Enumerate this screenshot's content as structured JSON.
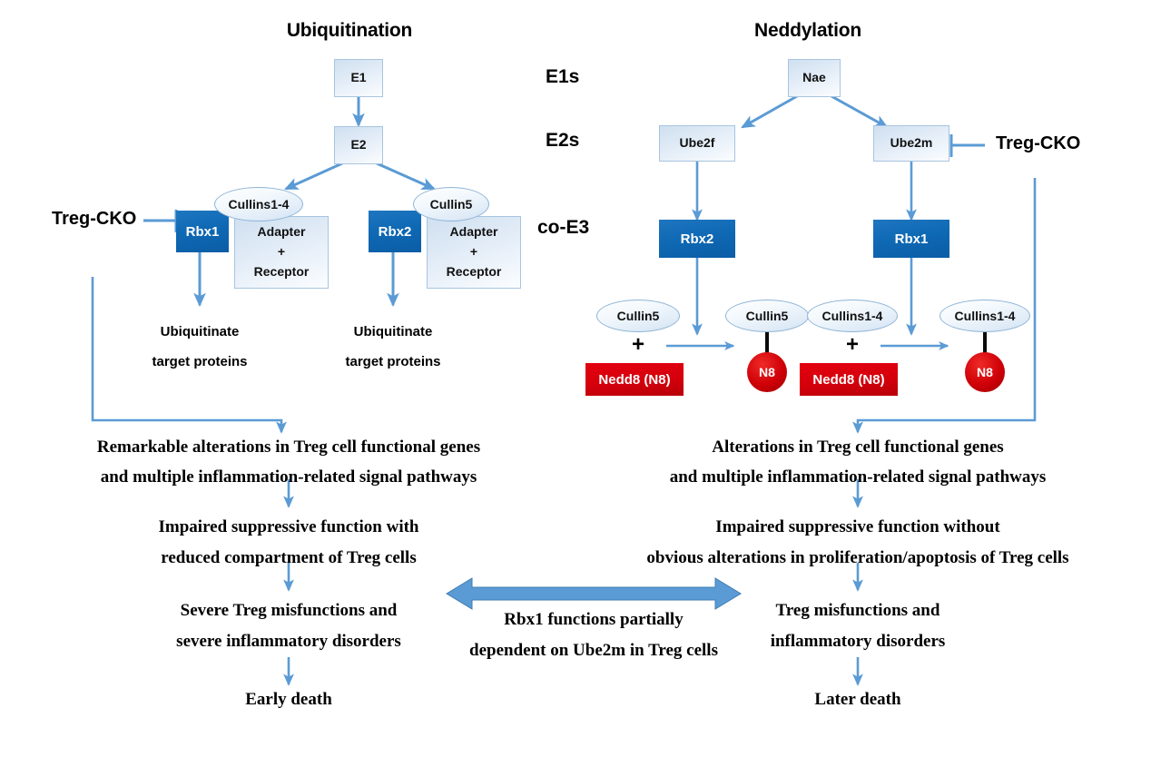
{
  "figure": {
    "type": "pathway-diagram",
    "titles": {
      "left": "Ubiquitination",
      "right": "Neddylation"
    }
  },
  "tier_labels": [
    {
      "id": "e1s",
      "label": "E1s"
    },
    {
      "id": "e2s",
      "label": "E2s"
    },
    {
      "id": "coe3",
      "label": "co-E3"
    }
  ],
  "ubiquitination": {
    "enzymes": [
      {
        "id": "e1",
        "label": "E1"
      },
      {
        "id": "e2",
        "label": "E2"
      }
    ],
    "complexes": [
      {
        "rbx": "Rbx1",
        "cullin": "Cullins1-4",
        "adapter": "Adapter\n+\nReceptor",
        "adapter_lines": [
          "Adapter",
          "+",
          "Receptor"
        ],
        "output_lines": [
          "Ubiquitinate",
          "target proteins"
        ]
      },
      {
        "rbx": "Rbx2",
        "cullin": "Cullin5",
        "adapter": "Adapter\n+\nReceptor",
        "adapter_lines": [
          "Adapter",
          "+",
          "Receptor"
        ],
        "output_lines": [
          "Ubiquitinate",
          "target proteins"
        ]
      }
    ],
    "knockout_label": "Treg-CKO",
    "knockout_target": "Rbx1",
    "outcomes": [
      {
        "lines": [
          "Remarkable alterations in Treg cell functional genes",
          "and multiple inflammation-related signal pathways"
        ]
      },
      {
        "lines": [
          "Impaired suppressive function with",
          "reduced compartment of Treg cells"
        ]
      },
      {
        "lines": [
          "Severe Treg misfunctions and",
          "severe inflammatory disorders"
        ]
      },
      {
        "lines": [
          "Early death"
        ]
      }
    ]
  },
  "neddylation": {
    "enzymes": [
      {
        "id": "nae",
        "label": "Nae"
      }
    ],
    "e2_enzymes": [
      {
        "label": "Ube2f"
      },
      {
        "label": "Ube2m"
      }
    ],
    "co_e3": [
      {
        "label": "Rbx2"
      },
      {
        "label": "Rbx1"
      }
    ],
    "conjugation": [
      {
        "substrate": "Cullin5",
        "plus": "+",
        "donor": "Nedd8 (N8)",
        "product_cullin": "Cullin5",
        "product_tag": "N8"
      },
      {
        "substrate": "Cullins1-4",
        "plus": "+",
        "donor": "Nedd8 (N8)",
        "product_cullin": "Cullins1-4",
        "product_tag": "N8"
      }
    ],
    "knockout_label": "Treg-CKO",
    "knockout_target": "Ube2m",
    "outcomes": [
      {
        "lines": [
          "Alterations in Treg cell functional genes",
          "and multiple inflammation-related signal pathways"
        ]
      },
      {
        "lines": [
          "Impaired suppressive function without",
          "obvious alterations in proliferation/apoptosis of Treg cells"
        ]
      },
      {
        "lines": [
          "Treg misfunctions and",
          "inflammatory disorders"
        ]
      },
      {
        "lines": [
          "Later death"
        ]
      }
    ]
  },
  "comparison": {
    "arrow": "double-headed-arrow",
    "caption_lines": [
      "Rbx1 functions partially",
      "dependent on Ube2m in Treg cells"
    ]
  },
  "colors": {
    "arrow_blue": "#5B9BD5",
    "dark_blue_box": "#0F69B4",
    "light_blue_box": "#DDE9F6",
    "red_box": "#D5000C",
    "n8_circle": "#CF0007",
    "text": "#000000",
    "thick_arrow": "#5B9BD5"
  }
}
